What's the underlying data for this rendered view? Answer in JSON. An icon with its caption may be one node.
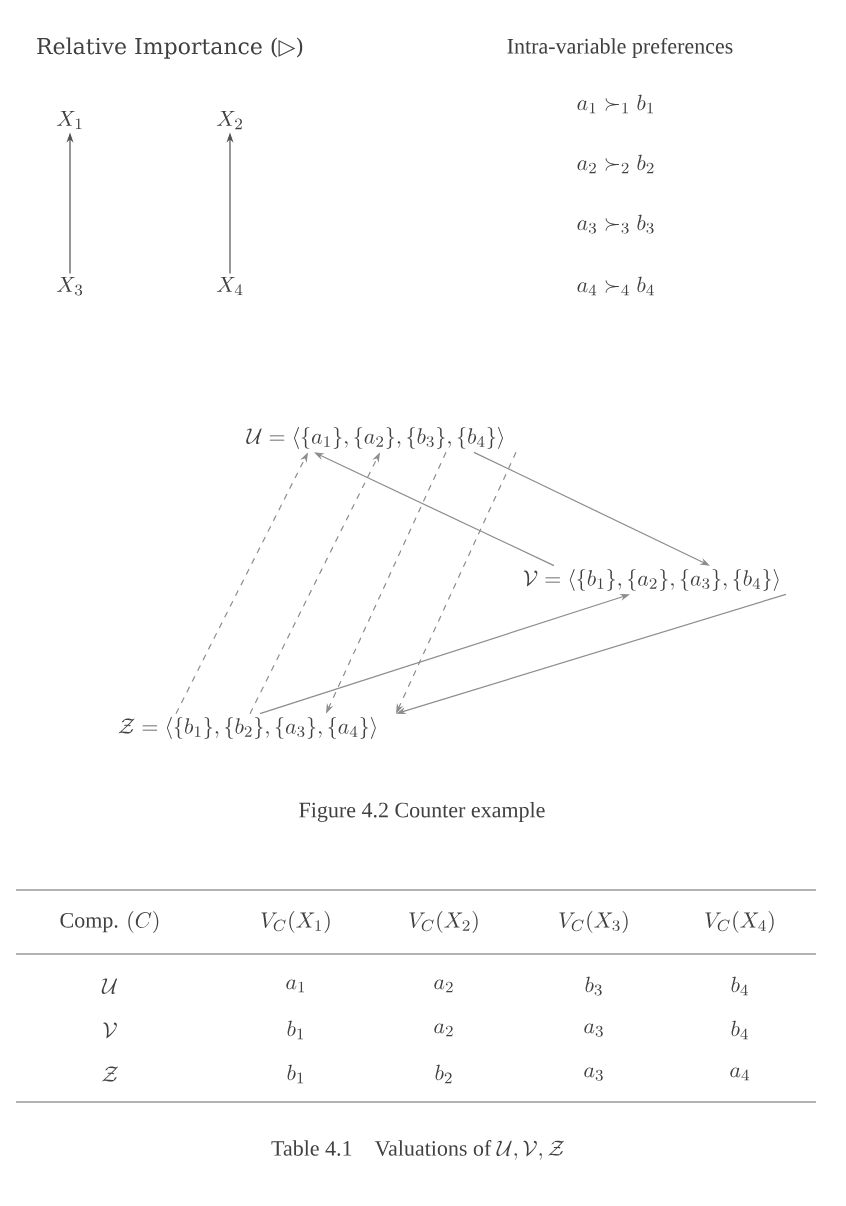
{
  "diagram": {
    "caption": "Figure 4.2 Counter example",
    "nodes": [
      {
        "text": [
          "X_1"
        ]
      },
      {
        "text": [
          "X_2"
        ]
      },
      {
        "text": [
          "X_3"
        ]
      },
      {
        "text": [
          "X_4"
        ]
      },
      {
        "text": [
          "\\mathcal{U} = \\langle \\{a_1\\}, \\{a_2\\}, \\{b_3\\}, \\{b_4\\} \\rangle"
        ]
      },
      {
        "text": [
          "\\mathcal{V} = \\langle \\{b_1\\}, \\{a_2\\}, \\{a_3\\}, \\{b_4\\} \\rangle"
        ]
      },
      {
        "text": [
          "\\mathcal{Z} = \\langle \\{b_1\\}, \\{b_2\\}, \\{a_3\\}, \\{a_4\\} \\rangle"
        ]
      }
    ],
    "edges": [
      {
        "from": 2,
        "to": 0,
        "arrow": "to",
        "color": "#505050"
      },
      {
        "from": 3,
        "to": 1,
        "arrow": "to",
        "color": "#505050"
      },
      {
        "from": 6,
        "to": 4,
        "arrow": "to",
        "style": "dashed"
      },
      {
        "from": 6,
        "to": 4,
        "arrow": "to",
        "style": "dashed"
      },
      {
        "from": 4,
        "to": 6,
        "arrow": "to",
        "style": "dashed"
      },
      {
        "from": 4,
        "to": 6,
        "arrow": "to",
        "style": "dashed"
      },
      {
        "from": 5,
        "to": 4,
        "arrow": "to"
      },
      {
        "from": 4,
        "to": 5,
        "arrow": "to"
      },
      {
        "from": 6,
        "to": 5,
        "arrow": "to"
      },
      {
        "from": 5,
        "to": 6,
        "arrow": "to"
      }
    ],
    "labels": [
      "Relative Importance (▷)",
      "Intra-variable preferences",
      "a_1 \\succ_1 b_1",
      "a_2 \\succ_2 b_2",
      "a_3 \\succ_3 b_3",
      "a_4 \\succ_4 b_4",
      "\\text{Comp. } (C)",
      "V_C(X_1)",
      "V_C(X_2)",
      "V_C(X_3)",
      "V_C(X_4)",
      "\\mathcal{U}",
      "a_1",
      "a_2",
      "b_3",
      "b_4",
      "\\mathcal{V}",
      "b_1",
      "a_2",
      "a_3",
      "b_4",
      "\\mathcal{Z}",
      "b_1",
      "b_2",
      "a_3",
      "a_4",
      "\\text{Table 4.1}\\quad\\text{Valuations of } \\mathcal{U}, \\mathcal{V}, \\mathcal{Z}"
    ]
  }
}
